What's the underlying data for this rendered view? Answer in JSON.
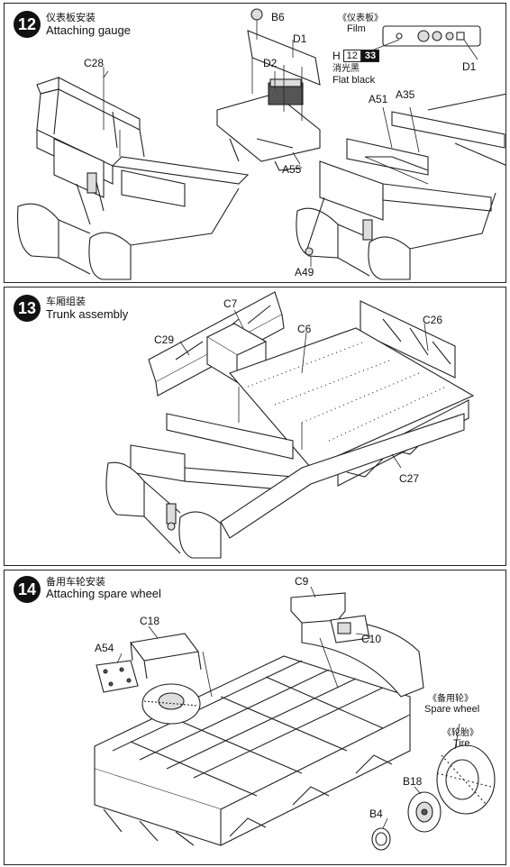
{
  "steps": [
    {
      "number": "12",
      "title_cn": "仪表板安装",
      "title_en": "Attaching gauge",
      "labels": [
        "B6",
        "D1",
        "D2",
        "C28",
        "A55",
        "A51",
        "A35",
        "A49",
        "D1"
      ],
      "film_cn": "《仪表板》",
      "film_en": "Film",
      "paint": {
        "prefix": "H",
        "code_a": "12",
        "code_b": "33",
        "name_cn": "消光黑",
        "name_en": "Flat black"
      }
    },
    {
      "number": "13",
      "title_cn": "车厢组装",
      "title_en": "Trunk assembly",
      "labels": [
        "C7",
        "C6",
        "C29",
        "C26",
        "C27"
      ]
    },
    {
      "number": "14",
      "title_cn": "备用车轮安装",
      "title_en": "Attaching spare wheel",
      "labels": [
        "C9",
        "C18",
        "C10",
        "A54",
        "B18",
        "B4"
      ],
      "spare_wheel_cn": "《备用轮》",
      "spare_wheel_en": "Spare wheel",
      "tire_cn": "《轮胎》",
      "tire_en": "Tire"
    }
  ]
}
